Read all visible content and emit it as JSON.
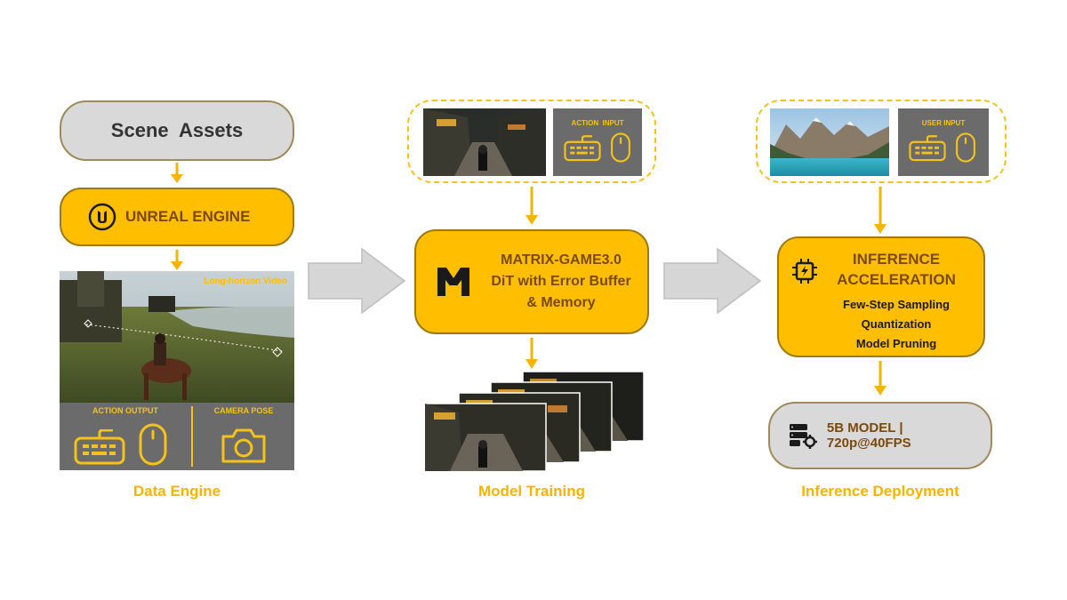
{
  "data_engine": {
    "scene_assets": "Scene  Assets",
    "unreal_engine": "UNREAL ENGINE",
    "video_overlay": "Long-horizon Video",
    "action_output": "ACTION OUTPUT",
    "camera_pose": "CAMERA POSE",
    "caption": "Data Engine"
  },
  "model_training": {
    "action_input": "ACTION  INPUT",
    "title": "MATRIX-GAME3.0",
    "line2": "DiT with Error Buffer",
    "line3": "& Memory",
    "caption": "Model Training"
  },
  "inference": {
    "user_input": "USER INPUT",
    "title_line1": "INFERENCE",
    "title_line2": "ACCELERATION",
    "items": [
      "Few-Step Sampling",
      "Quantization",
      "Model Pruning"
    ],
    "deploy_label": "5B MODEL | 720p@40FPS",
    "caption": "Inference Deployment"
  },
  "colors": {
    "accent_yellow": "#ffbf00",
    "text_brown": "#7a4a0c",
    "pill_gray": "#d9d9d9",
    "panel_gray": "#6b6b6b",
    "arrow_gray": "#d6d6d6"
  }
}
